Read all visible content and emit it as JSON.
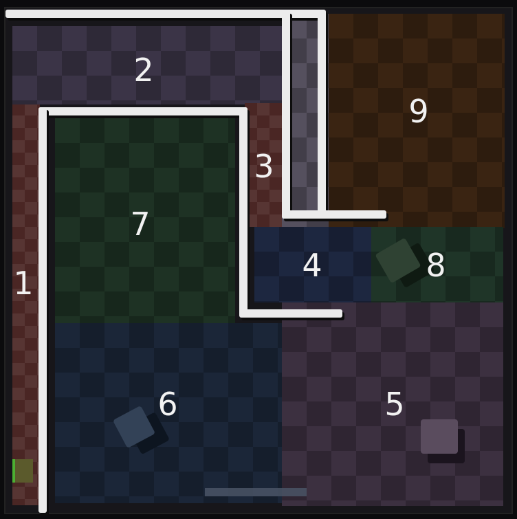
{
  "rooms": [
    {
      "id": "1",
      "label": "1",
      "color": "#4a2624"
    },
    {
      "id": "2",
      "label": "2",
      "color": "#3b3447"
    },
    {
      "id": "3",
      "label": "3",
      "color": "#4a2624"
    },
    {
      "id": "4",
      "label": "4",
      "color": "#1d2740"
    },
    {
      "id": "5",
      "label": "5",
      "color": "#3c3040"
    },
    {
      "id": "6",
      "label": "6",
      "color": "#1b2638"
    },
    {
      "id": "7",
      "label": "7",
      "color": "#1e3224"
    },
    {
      "id": "8",
      "label": "8",
      "color": "#1f3528"
    },
    {
      "id": "9",
      "label": "9",
      "color": "#3a2412"
    }
  ],
  "colors": {
    "wall": "#ececec",
    "background": "#0b0b0d",
    "agent": "#4caf32",
    "object_room5": "#5a4c5e",
    "object_room6": "#334257",
    "object_room8": "#2f4233"
  },
  "objects": [
    {
      "name": "cube-room-6",
      "room": "6"
    },
    {
      "name": "cube-room-5",
      "room": "5"
    },
    {
      "name": "cube-room-8",
      "room": "8"
    }
  ],
  "agent": {
    "name": "agent-marker",
    "room": "1"
  }
}
